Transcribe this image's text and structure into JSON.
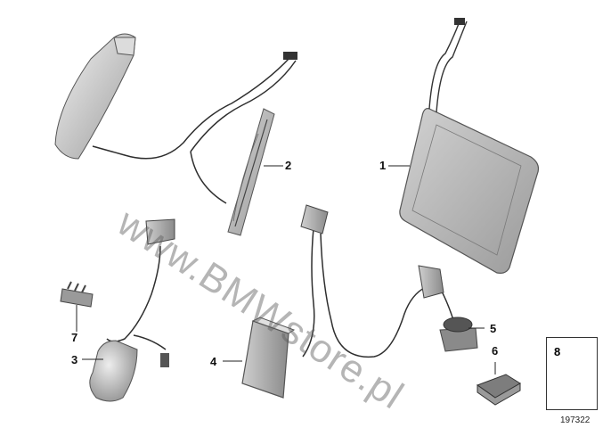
{
  "diagram": {
    "callouts": [
      "1",
      "2",
      "3",
      "4",
      "5",
      "6",
      "7",
      "8"
    ],
    "watermark": "www.BMWstore.pl",
    "diagram_number": "197322"
  }
}
